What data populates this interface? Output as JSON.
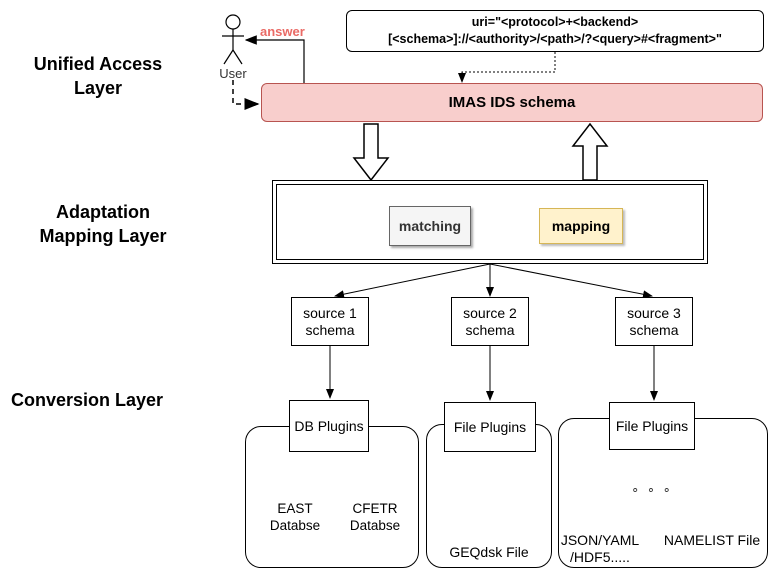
{
  "layers": {
    "unified_access": "Unified Access\nLayer",
    "adaptation_mapping": "Adaptation\nMapping Layer",
    "conversion": "Conversion Layer"
  },
  "actor": {
    "label": "User",
    "answer_label": "answer"
  },
  "uri": {
    "line1": "uri=\"<protocol>+<backend>",
    "line2": "[<schema>]://<authority>/<path>/?<query>#<fragment>\""
  },
  "imas": {
    "label": "IMAS IDS  schema"
  },
  "adaptation": {
    "matching": "matching",
    "mapping": "mapping"
  },
  "sources": [
    {
      "label": "source 1\nschema"
    },
    {
      "label": "source 2\nschema"
    },
    {
      "label": "source 3\nschema"
    }
  ],
  "plugins": {
    "db": "DB Plugins",
    "file1": "File Plugins",
    "file2": "File Plugins"
  },
  "databases": {
    "east": "EAST\nDatabse",
    "cfetr": "CFETR\nDatabse"
  },
  "files": {
    "geqdsk": "GEQdsk File",
    "json": "JSON/YAML\n/HDF5.....",
    "ellipsis": "∘ ∘ ∘",
    "namelist": "NAMELIST File"
  },
  "colors": {
    "imas_fill": "#f8cecc",
    "imas_stroke": "#b85450",
    "answer": "#ea6b66",
    "mapping_fill": "#fff2cc",
    "mapping_stroke": "#d6b656",
    "matching_fill": "#f5f5f5",
    "matching_stroke": "#666666",
    "doc_icon": "#1e88e5"
  }
}
